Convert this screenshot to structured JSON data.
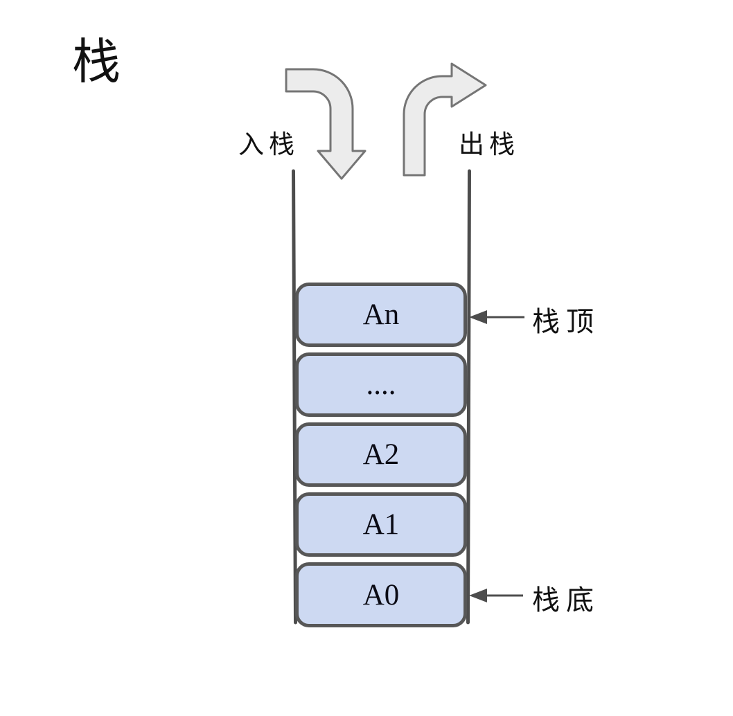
{
  "title": "栈",
  "diagram": {
    "push_label": "入栈",
    "pop_label": "出栈",
    "top_label": "栈顶",
    "bottom_label": "栈底",
    "stack_items": [
      "An",
      "....",
      "A2",
      "A1",
      "A0"
    ],
    "colors": {
      "background": "#ffffff",
      "text": "#111111",
      "item_fill": "#cdd9f2",
      "item_border": "#575757",
      "wall": "#4d4d4d",
      "arrow_fill": "#ececec",
      "arrow_stroke": "#757575",
      "pointer": "#4d4d4d"
    }
  }
}
